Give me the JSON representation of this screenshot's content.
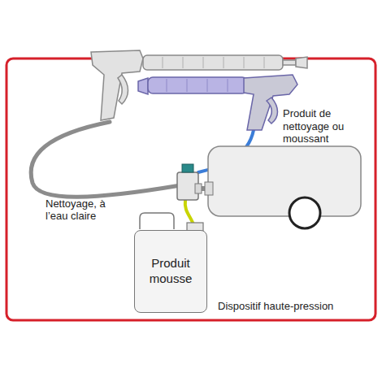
{
  "diagram": {
    "nodes": [
      {
        "text": [
          "Produit mousse"
        ]
      }
    ],
    "labels": [
      "Produit de nettoyage ou moussant",
      "Nettoyage, à l’eau claire",
      "Dispositif haute-pression"
    ]
  }
}
